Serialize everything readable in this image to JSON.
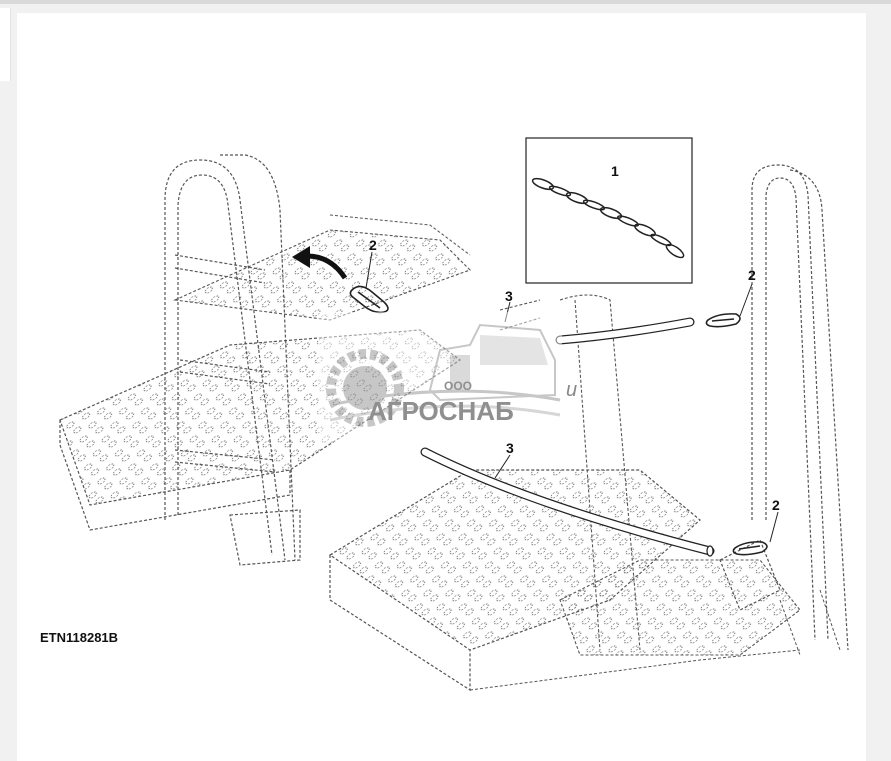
{
  "figure": {
    "id_label": "ETN118281B",
    "callouts": [
      {
        "key": "c1",
        "label": "1"
      },
      {
        "key": "c2a",
        "label": "2"
      },
      {
        "key": "c2b",
        "label": "2"
      },
      {
        "key": "c2c",
        "label": "2"
      },
      {
        "key": "c3a",
        "label": "3"
      },
      {
        "key": "c3b",
        "label": "3"
      }
    ]
  },
  "watermark": {
    "prefix": "ООО",
    "brand": "АГРОСНАБ",
    "fragment": "u"
  },
  "colors": {
    "line": "#222222",
    "dashed": "#555555",
    "watermark": "#8f8f8f",
    "background": "#ffffff"
  }
}
